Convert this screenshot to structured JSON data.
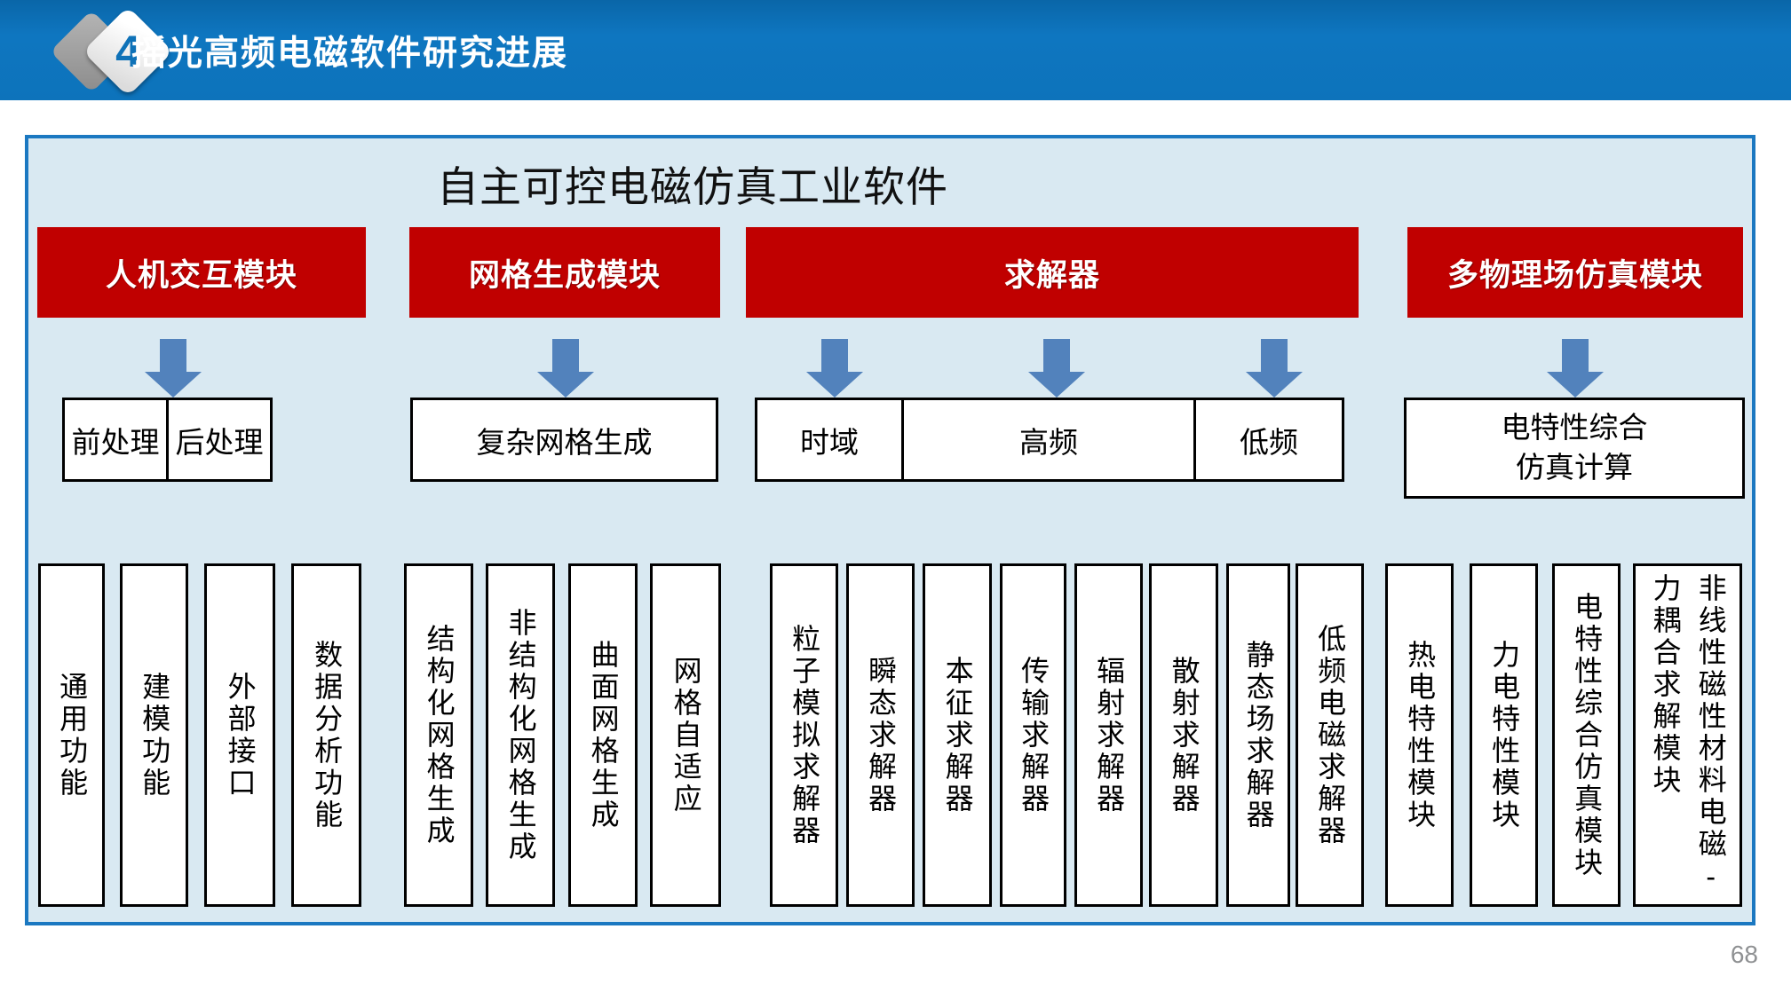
{
  "slide": {
    "badge": "4",
    "title": "摇光高频电磁软件研究进展",
    "page_number": "68"
  },
  "panel": {
    "title": "自主可控电磁仿真工业软件",
    "sections": [
      {
        "name": "人机交互模块",
        "subs": [
          "前处理",
          "后处理"
        ],
        "columns": [
          "通用功能",
          "建模功能",
          "外部接口",
          "数据分析功能"
        ]
      },
      {
        "name": "网格生成模块",
        "subs": [
          "复杂网格生成"
        ],
        "columns": [
          "结构化网格生成",
          "非结构化网格生成",
          "曲面网格生成",
          "网格自适应"
        ]
      },
      {
        "name": "求解器",
        "subs": [
          "时域",
          "高频",
          "低频"
        ],
        "columns": [
          "粒子模拟求解器",
          "瞬态求解器",
          "本征求解器",
          "传输求解器",
          "辐射求解器",
          "散射求解器",
          "静态场求解器",
          "低频电磁求解器"
        ]
      },
      {
        "name": "多物理场仿真模块",
        "subs": [
          "电特性综合\n仿真计算"
        ],
        "columns": [
          "热电特性模块",
          "力电特性模块",
          "电特性综合仿真模块",
          "非线性磁性材料电磁-力耦合求解模块"
        ]
      }
    ]
  },
  "colors": {
    "header_bg": "#0d73bb",
    "panel_border": "#1b78c1",
    "panel_bg": "#d9e9f2",
    "module_red": "#c00000",
    "arrow_blue": "#5282bc",
    "badge_number_blue": "#0f72b8"
  }
}
